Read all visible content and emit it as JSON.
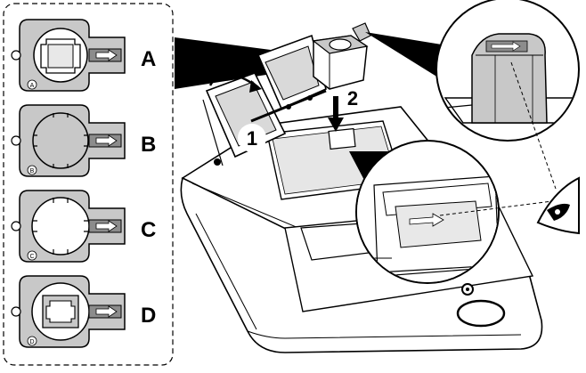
{
  "adapters": [
    {
      "letter": "A",
      "circle_letter": "A",
      "variant": "square-notched"
    },
    {
      "letter": "B",
      "circle_letter": "B",
      "variant": "round-filled"
    },
    {
      "letter": "C",
      "circle_letter": "C",
      "variant": "round-open"
    },
    {
      "letter": "D",
      "circle_letter": "D",
      "variant": "square-inner"
    }
  ],
  "steps": [
    {
      "label": "1"
    },
    {
      "label": "2"
    }
  ],
  "colors": {
    "line": "#000000",
    "adapter_fill": "#c8c8c8",
    "adapter_dark": "#8c8c8c",
    "instrument_fill": "#ffffff",
    "callout": "#000000"
  }
}
